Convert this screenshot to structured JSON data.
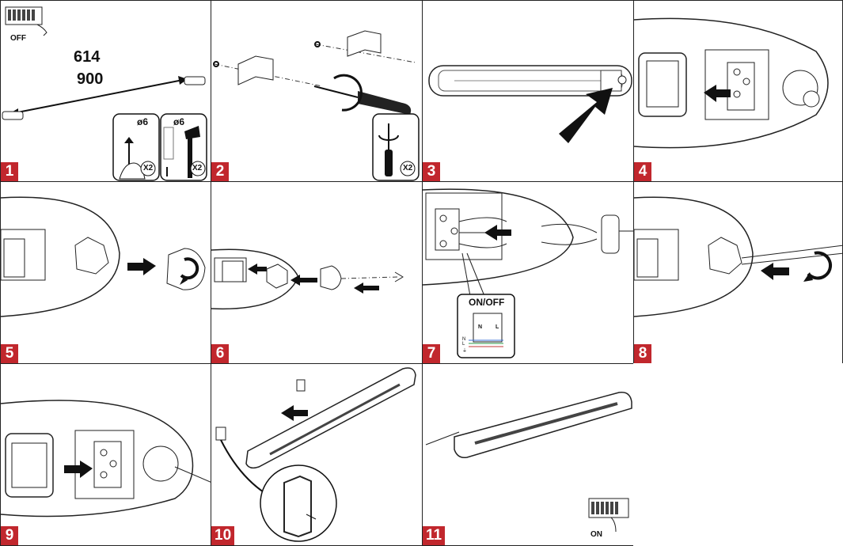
{
  "steps": [
    {
      "number": "1",
      "switch_label": "OFF",
      "dimension_top": "614",
      "dimension_bottom": "900",
      "drill_size": "ø6",
      "drill_qty": "X2",
      "hammer_size": "ø6",
      "hammer_qty": "X2"
    },
    {
      "number": "2",
      "screwdriver_qty": "X2"
    },
    {
      "number": "3"
    },
    {
      "number": "4"
    },
    {
      "number": "5"
    },
    {
      "number": "6"
    },
    {
      "number": "7",
      "switch_label": "ON/OFF",
      "terminal_n": "N",
      "terminal_l": "L",
      "wire_labels": [
        "N",
        "L",
        "⏚"
      ]
    },
    {
      "number": "8"
    },
    {
      "number": "9"
    },
    {
      "number": "10"
    },
    {
      "number": "11",
      "switch_label": "ON"
    }
  ],
  "colors": {
    "badge": "#c1272d",
    "line": "#222222"
  }
}
